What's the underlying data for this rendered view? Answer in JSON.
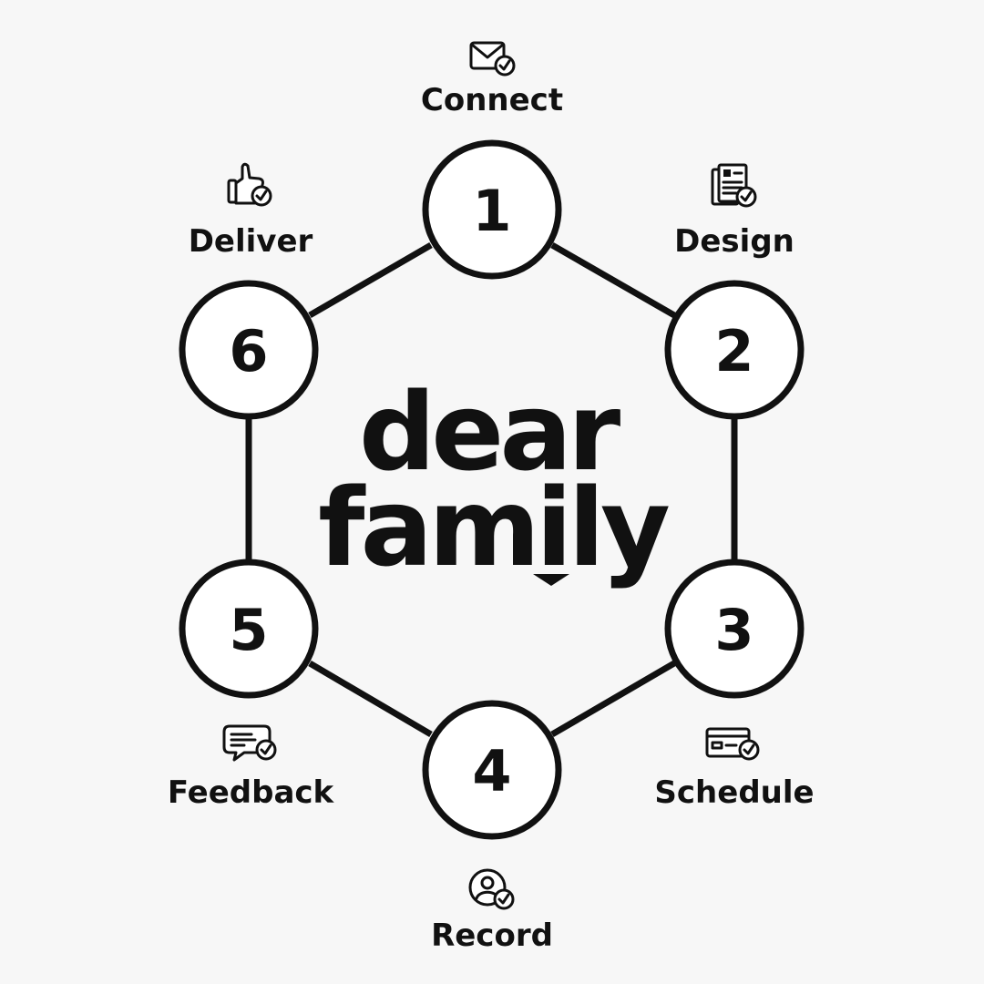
{
  "brand": {
    "line1": "dear",
    "line2": "family"
  },
  "steps": [
    {
      "number": "1",
      "label": "Connect",
      "icon": "envelope-check-icon"
    },
    {
      "number": "2",
      "label": "Design",
      "icon": "document-check-icon"
    },
    {
      "number": "3",
      "label": "Schedule",
      "icon": "card-check-icon"
    },
    {
      "number": "4",
      "label": "Record",
      "icon": "person-check-icon"
    },
    {
      "number": "5",
      "label": "Feedback",
      "icon": "chat-check-icon"
    },
    {
      "number": "6",
      "label": "Deliver",
      "icon": "thumbs-up-check-icon"
    }
  ],
  "colors": {
    "ink": "#111111",
    "background": "#f7f7f7",
    "node_fill": "#ffffff"
  }
}
